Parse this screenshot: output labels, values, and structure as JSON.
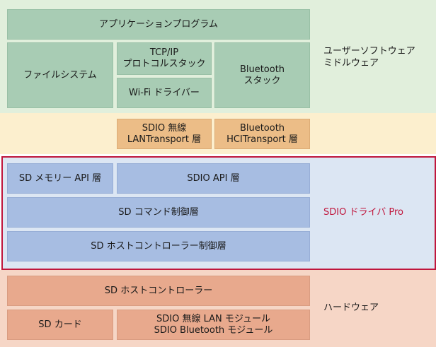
{
  "colors": {
    "user_band": "#e1efdc",
    "transport_band": "#fcefce",
    "driver_band": "#dce6f3",
    "driver_border": "#c0163c",
    "hw_band": "#f6d6c6",
    "driver_label": "#c0163c"
  },
  "user_layer": {
    "label": "ユーザーソフトウェア\nミドルウェア",
    "app": "アプリケーションプログラム",
    "filesystem": "ファイルシステム",
    "tcpip": "TCP/IP\nプロトコルスタック",
    "wifi": "Wi-Fi ドライバー",
    "bluetooth_stack": "Bluetooth\nスタック"
  },
  "transport_layer": {
    "sdio_wireless": "SDIO 無線\nLANTransport 層",
    "bt_hci": "Bluetooth\nHCITransport 層"
  },
  "driver_layer": {
    "label": "SDIO ドライバ Pro",
    "sd_memory_api": "SD メモリー API 層",
    "sdio_api": "SDIO API 層",
    "sd_command": "SD コマンド制御層",
    "sd_host_control": "SD ホストコントローラー制御層"
  },
  "hardware_layer": {
    "label": "ハードウェア",
    "host_controller": "SD ホストコントローラー",
    "sd_card": "SD カード",
    "modules": "SDIO 無線 LAN モジュール\nSDIO Bluetooth モジュール"
  }
}
